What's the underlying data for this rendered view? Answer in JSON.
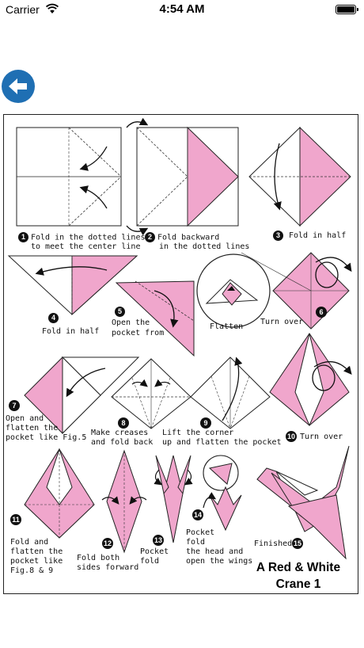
{
  "status_bar": {
    "carrier": "Carrier",
    "time": "4:54 AM"
  },
  "nav": {
    "back_icon": "arrow-left-icon"
  },
  "diagram": {
    "title_line1": "A Red & White",
    "title_line2": "Crane 1",
    "colors": {
      "pink": "#f0a6cc",
      "line": "#222222",
      "back_button": "#1f6fb3"
    },
    "steps": [
      {
        "num": "1",
        "line1": "Fold in the dotted lines",
        "line2": "to meet the center line"
      },
      {
        "num": "2",
        "line1": "Fold backward",
        "line2": "in the dotted lines"
      },
      {
        "num": "3",
        "line1": "Fold in half"
      },
      {
        "num": "4",
        "line1": "Fold in half"
      },
      {
        "num": "5",
        "line1": "Open the",
        "line2": "pocket from"
      },
      {
        "num": "",
        "line1": "Flatten"
      },
      {
        "num": "6",
        "line1": "Turn over"
      },
      {
        "num": "7",
        "line1": "Open and",
        "line2": "flatten the",
        "line3": "pocket like Fig.5"
      },
      {
        "num": "8",
        "line1": "Make creases",
        "line2": "and fold back"
      },
      {
        "num": "9",
        "line1": "Lift the corner",
        "line2": "up and flatten the pocket"
      },
      {
        "num": "10",
        "line1": "Turn over"
      },
      {
        "num": "11",
        "line1": "Fold and",
        "line2": "flatten the",
        "line3": "pocket like",
        "line4": "Fig.8 & 9"
      },
      {
        "num": "12",
        "line1": "Fold both",
        "line2": "sides forward"
      },
      {
        "num": "13",
        "line1": "Pocket",
        "line2": "fold"
      },
      {
        "num": "14",
        "line1": "Pocket",
        "line2": "fold",
        "line3": "the head and",
        "line4": "open the wings"
      },
      {
        "num": "15",
        "line1": "Finished"
      }
    ]
  }
}
